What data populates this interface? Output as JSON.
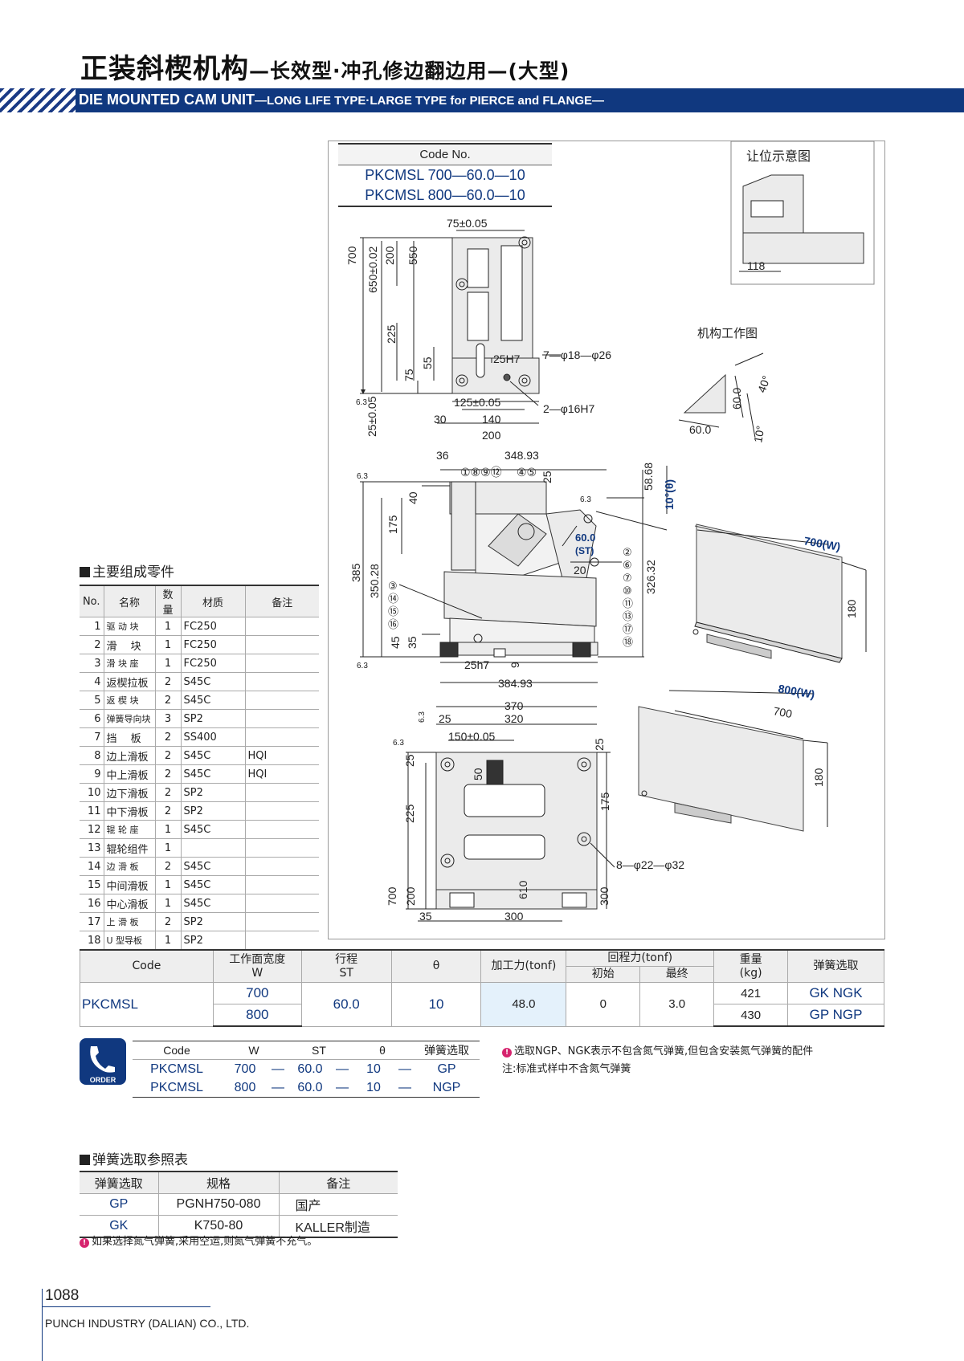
{
  "header": {
    "title_cn_main": "正装斜楔机构",
    "title_cn_sub": "—长效型·冲孔修边翻边用—(大型)",
    "title_en_main": "DIE MOUNTED CAM UNIT",
    "title_en_sub": "—LONG LIFE TYPE·LARGE TYPE for PIERCE and FLANGE—"
  },
  "code_box": {
    "header": "Code No.",
    "codes": [
      "PKCMSL 700—60.0—10",
      "PKCMSL 800—60.0—10"
    ]
  },
  "diagrams": {
    "clearance_title": "让位示意图",
    "clearance_dim": "118",
    "working_title": "机构工作图",
    "working_dims": [
      "60.0",
      "60.0",
      "40°",
      "10°"
    ],
    "top_view_dims": [
      "75±0.05",
      "700",
      "650±0.02",
      "200",
      "550",
      "225",
      "55",
      "75",
      "25H7",
      "7—φ18—φ26",
      "6.3",
      "25±0.05",
      "125±0.05",
      "30",
      "140",
      "200",
      "2—φ16H7"
    ],
    "side_view_dims": [
      "6.3",
      "36",
      "348.93",
      "58.68",
      "10°(θ)",
      "40",
      "25",
      "175",
      "6.3",
      "60.0",
      "(ST)",
      "20",
      "385",
      "350.28",
      "326.32",
      "45",
      "35",
      "25h7",
      "9",
      "384.93",
      "6.3"
    ],
    "side_view_callouts_top": [
      "①⑧⑨⑫",
      "④⑤"
    ],
    "side_view_callouts_left": [
      "③",
      "⑭",
      "⑮",
      "⑯"
    ],
    "side_view_callouts_right": [
      "②",
      "⑥",
      "⑦",
      "⑩",
      "⑪",
      "⑬",
      "⑰",
      "⑱"
    ],
    "bottom_view_dims": [
      "6.3",
      "370",
      "25",
      "320",
      "6.3",
      "150±0.05",
      "25",
      "25",
      "50",
      "225",
      "175",
      "8—φ22—φ32",
      "610",
      "700",
      "200",
      "300",
      "35",
      "300"
    ],
    "iso700_dims": [
      "700(W)",
      "180"
    ],
    "iso800_dims": [
      "800(W)",
      "700",
      "180"
    ]
  },
  "parts": {
    "title": "主要组成零件",
    "headers": [
      "No.",
      "名称",
      "数量",
      "材质",
      "备注"
    ],
    "rows": [
      [
        "1",
        "驱 动 块",
        "1",
        "FC250",
        ""
      ],
      [
        "2",
        "滑　 块",
        "1",
        "FC250",
        ""
      ],
      [
        "3",
        "滑 块 座",
        "1",
        "FC250",
        ""
      ],
      [
        "4",
        "返楔拉板",
        "2",
        "S45C",
        ""
      ],
      [
        "5",
        "返 楔 块",
        "2",
        "S45C",
        ""
      ],
      [
        "6",
        "弹簧导向块",
        "3",
        "SP2",
        ""
      ],
      [
        "7",
        "挡　 板",
        "2",
        "SS400",
        ""
      ],
      [
        "8",
        "边上滑板",
        "2",
        "S45C",
        "HQI"
      ],
      [
        "9",
        "中上滑板",
        "2",
        "S45C",
        "HQI"
      ],
      [
        "10",
        "边下滑板",
        "2",
        "SP2",
        ""
      ],
      [
        "11",
        "中下滑板",
        "2",
        "SP2",
        ""
      ],
      [
        "12",
        "辊 轮 座",
        "1",
        "S45C",
        ""
      ],
      [
        "13",
        "辊轮组件",
        "1",
        "",
        ""
      ],
      [
        "14",
        "边 滑 板",
        "2",
        "S45C",
        ""
      ],
      [
        "15",
        "中间滑板",
        "1",
        "S45C",
        ""
      ],
      [
        "16",
        "中心滑板",
        "1",
        "S45C",
        ""
      ],
      [
        "17",
        "上 滑 板",
        "2",
        "SP2",
        ""
      ],
      [
        "18",
        "U 型导板",
        "1",
        "SP2",
        ""
      ]
    ]
  },
  "spec": {
    "h_code": "Code",
    "h_w1": "工作面宽度",
    "h_w2": "W",
    "h_st1": "行程",
    "h_st2": "ST",
    "h_theta": "θ",
    "h_force": "加工力(tonf)",
    "h_return": "回程力(tonf)",
    "h_initial": "初始",
    "h_final": "最终",
    "h_weight1": "重量",
    "h_weight2": "(kg)",
    "h_spring": "弹簧选取",
    "code": "PKCMSL",
    "w": [
      "700",
      "800"
    ],
    "st": "60.0",
    "theta": "10",
    "force": "48.0",
    "initial": "0",
    "final": "3.0",
    "weight": [
      "421",
      "430"
    ],
    "spring": [
      "GK  NGK",
      "GP  NGP"
    ]
  },
  "order": {
    "icon_label": "ORDER",
    "headers": [
      "Code",
      "W",
      "ST",
      "θ",
      "弹簧选取"
    ],
    "rows": [
      [
        "PKCMSL",
        "700",
        "—",
        "60.0",
        "—",
        "10",
        "—",
        "GP"
      ],
      [
        "PKCMSL",
        "800",
        "—",
        "60.0",
        "—",
        "10",
        "—",
        "NGP"
      ]
    ]
  },
  "notes": {
    "note1": "选取NGP、NGK表示不包含氮气弹簧,但包含安装氮气弹簧的配件",
    "note2": "注:标准式样中不含氮气弹簧"
  },
  "spring_table": {
    "title": "弹簧选取参照表",
    "headers": [
      "弹簧选取",
      "规格",
      "备注"
    ],
    "rows": [
      [
        "GP",
        "PGNH750-080",
        "国产"
      ],
      [
        "GK",
        "K750-80",
        "KALLER制造"
      ]
    ],
    "note": "如果选择氮气弹簧,采用空运,则氮气弹簧不充气。"
  },
  "footer": {
    "page": "1088",
    "company": "PUNCH INDUSTRY (DALIAN) CO., LTD."
  },
  "colors": {
    "brand": "#10387f",
    "accent": "#d6246e",
    "force_bg": "#e4f1fb"
  }
}
